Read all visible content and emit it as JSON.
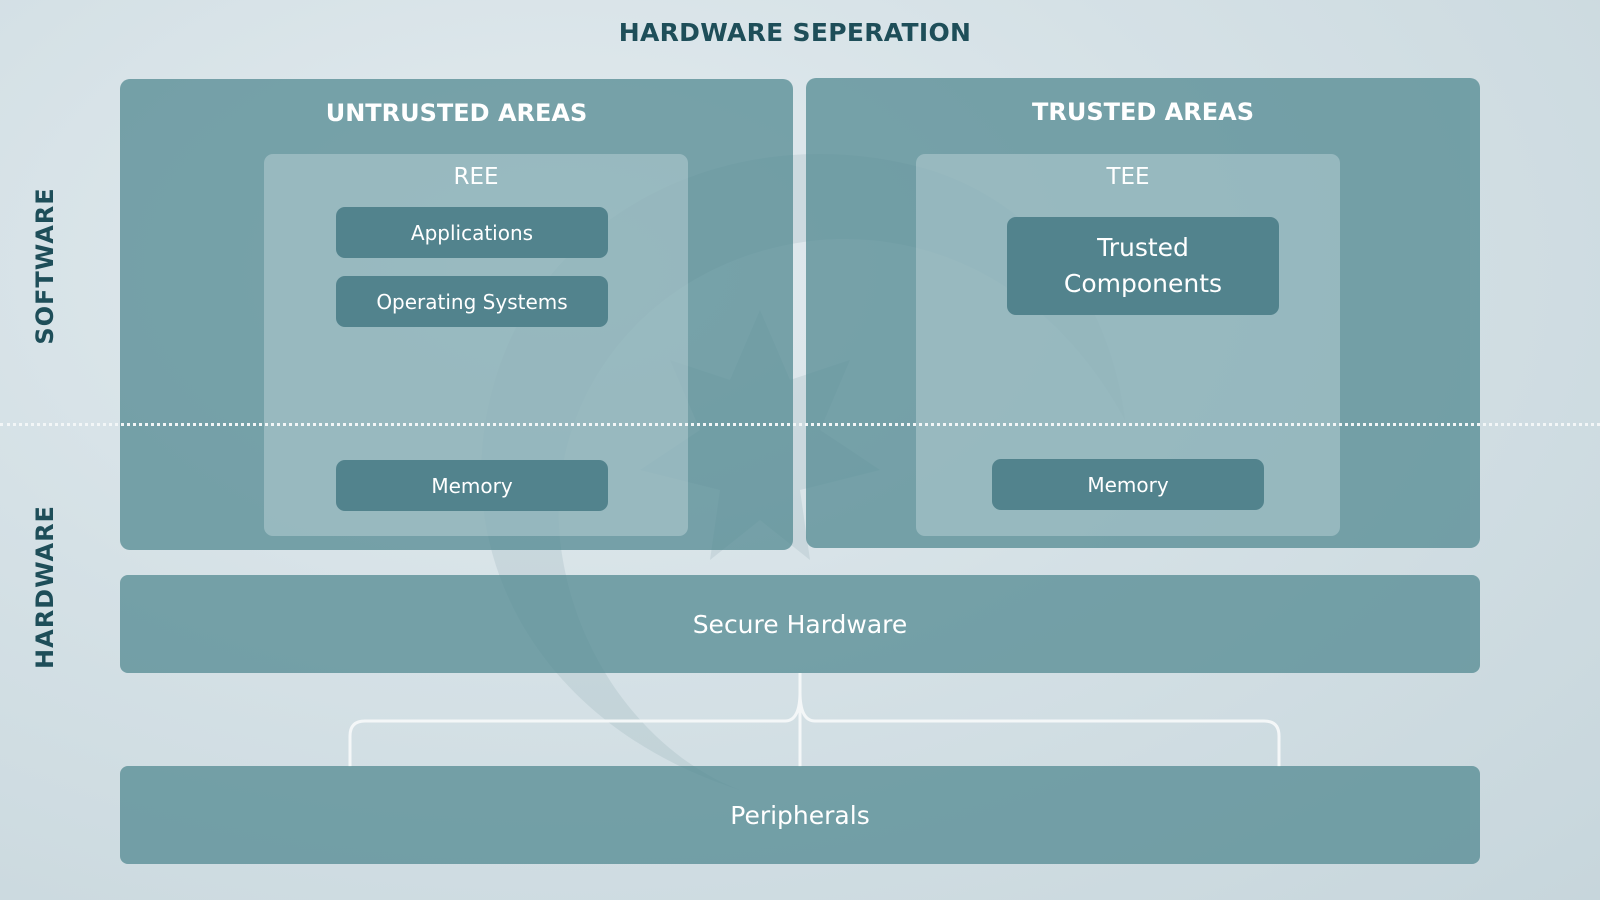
{
  "title": "HARDWARE SEPERATION",
  "side_labels": {
    "software": "SOFTWARE",
    "hardware": "HARDWARE"
  },
  "untrusted": {
    "title": "UNTRUSTED AREAS",
    "env_title": "REE",
    "items": [
      "Applications",
      "Operating Systems"
    ],
    "memory": "Memory"
  },
  "trusted": {
    "title": "TRUSTED AREAS",
    "env_title": "TEE",
    "component_lines": [
      "Trusted",
      "Components"
    ],
    "memory": "Memory"
  },
  "secure_hardware": "Secure Hardware",
  "peripherals": "Peripherals",
  "colors": {
    "heading": "#1e4e59",
    "panel": "#538992",
    "chip": "#52838d"
  }
}
